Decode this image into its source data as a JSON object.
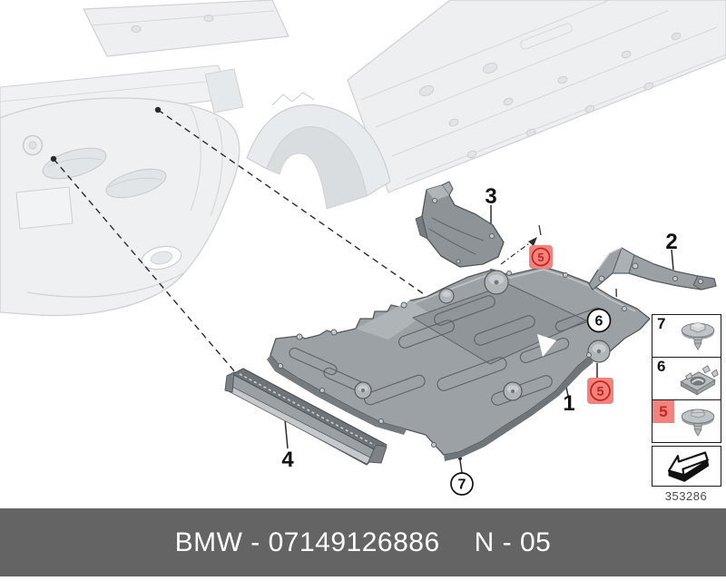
{
  "diagram": {
    "number": "353286",
    "callouts": {
      "1": "1",
      "2": "2",
      "3": "3",
      "4": "4",
      "5": "5",
      "6": "6",
      "7": "7"
    },
    "legend": {
      "rows": [
        {
          "number": "7",
          "icon": "push-rivet-icon",
          "highlighted": false
        },
        {
          "number": "6",
          "icon": "clip-nut-icon",
          "highlighted": false
        },
        {
          "number": "5",
          "icon": "push-rivet-icon",
          "highlighted": true
        }
      ],
      "arrow_icon": "direction-arrow-icon"
    },
    "colors": {
      "highlight_bg": "#F2827D",
      "highlight_fg": "#C3261D",
      "part_fill": "#9BA1A4",
      "part_line": "#53585C",
      "faded_fill": "#EDEFF1",
      "faded_line": "#CED2D5",
      "footer_bg": "#646464",
      "footer_text": "#FFFFFF"
    }
  },
  "footer": {
    "part_label": "BMW - 07149126886",
    "sheet_label": "N - 05"
  }
}
